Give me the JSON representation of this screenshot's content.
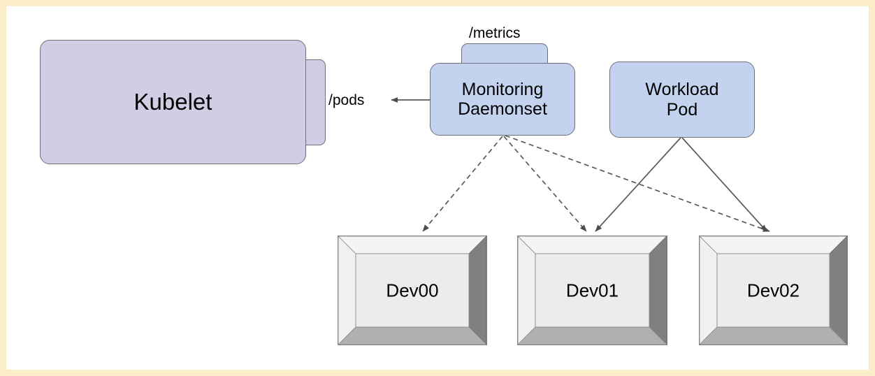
{
  "canvas": {
    "border_color": "#fbedc8",
    "background": "#ffffff"
  },
  "palette": {
    "kubelet_fill": "#d2cce5",
    "pod_fill": "#c3d3ef",
    "node_stroke": "#6f6f7a",
    "device_face": "#ececec",
    "device_bevel_light": "#f2f2f2",
    "device_bevel_dark": "#808080",
    "device_bevel_mid": "#b0b0b0",
    "edge_stroke": "#595959"
  },
  "nodes": {
    "kubelet": {
      "label": "Kubelet",
      "tab_label": "/pods"
    },
    "monitoring": {
      "label_line1": "Monitoring",
      "label_line2": "Daemonset",
      "tab_label": "/metrics"
    },
    "workload": {
      "label_line1": "Workload",
      "label_line2": "Pod"
    }
  },
  "devices": [
    {
      "label": "Dev00"
    },
    {
      "label": "Dev01"
    },
    {
      "label": "Dev02"
    }
  ],
  "edges": [
    {
      "from": "monitoring",
      "to": "kubelet",
      "style": "solid",
      "label": "/pods"
    },
    {
      "from": "monitoring",
      "to": "Dev00",
      "style": "dashed",
      "label": ""
    },
    {
      "from": "monitoring",
      "to": "Dev01",
      "style": "dashed",
      "label": ""
    },
    {
      "from": "monitoring",
      "to": "Dev02",
      "style": "dashed",
      "label": ""
    },
    {
      "from": "workload",
      "to": "Dev01",
      "style": "solid",
      "label": ""
    },
    {
      "from": "workload",
      "to": "Dev02",
      "style": "solid",
      "label": ""
    }
  ]
}
